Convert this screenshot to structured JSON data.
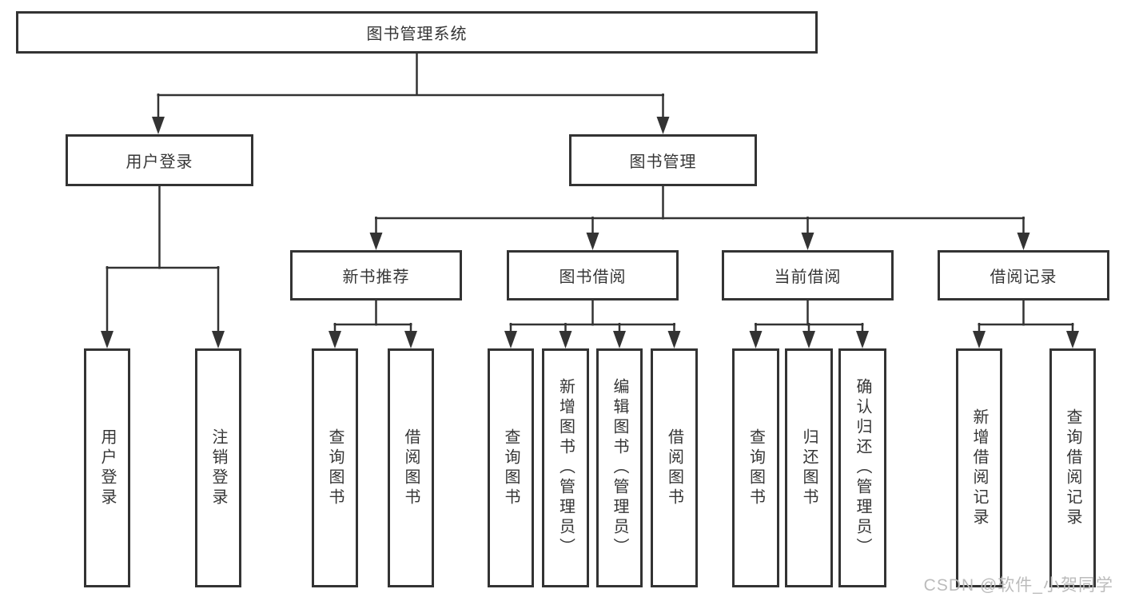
{
  "colors": {
    "line": "#333333",
    "box_border": "#333333",
    "box_fill": "#ffffff",
    "text": "#363636",
    "watermark": "#bcbcbc",
    "background": "#ffffff"
  },
  "watermark": "CSDN @软件_小贺同学",
  "tree": {
    "root": "图书管理系统",
    "branches": [
      {
        "label": "用户登录",
        "leaves": [
          "用户登录",
          "注销登录"
        ]
      },
      {
        "label": "图书管理",
        "groups": [
          {
            "label": "新书推荐",
            "leaves": [
              "查询图书",
              "借阅图书"
            ]
          },
          {
            "label": "图书借阅",
            "leaves": [
              "查询图书",
              "新增图书（管理员）",
              "编辑图书（管理员）",
              "借阅图书"
            ]
          },
          {
            "label": "当前借阅",
            "leaves": [
              "查询图书",
              "归还图书",
              "确认归还（管理员）"
            ]
          },
          {
            "label": "借阅记录",
            "leaves": [
              "新增借阅记录",
              "查询借阅记录"
            ]
          }
        ]
      }
    ]
  }
}
